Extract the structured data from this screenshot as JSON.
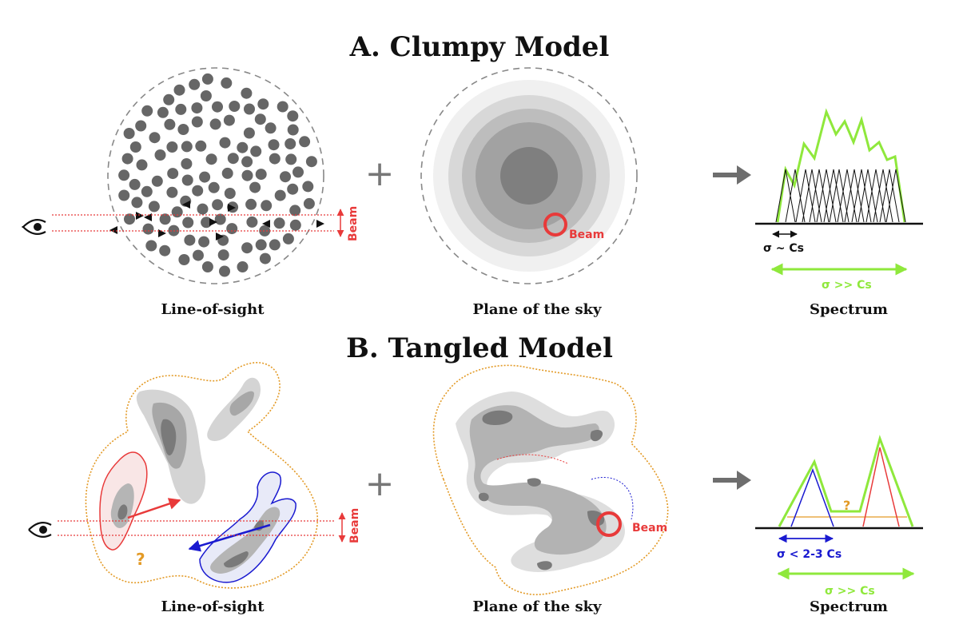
{
  "panelA": {
    "title": "A. Clumpy Model",
    "los_caption": "Line-of-sight",
    "sky_caption": "Plane of the sky",
    "spec_caption": "Spectrum",
    "beam_label": "Beam",
    "sky_beam_label": "Beam",
    "sigma_small": "σ ~ Cs",
    "sigma_large": "σ >> Cs"
  },
  "panelB": {
    "title": "B. Tangled Model",
    "los_caption": "Line-of-sight",
    "sky_caption": "Plane of the sky",
    "spec_caption": "Spectrum",
    "beam_label": "Beam",
    "sky_beam_label": "Beam",
    "question_los": "?",
    "question_spec": "?",
    "sigma_small": "σ < 2-3 Cs",
    "sigma_large": "σ >> Cs"
  },
  "symbols": {
    "plus": "+"
  },
  "colors": {
    "beam": "#e83a3a",
    "green": "#8fe83c",
    "blue": "#1a1ad0",
    "orange": "#e39a26",
    "clump": "#666666",
    "arrow": "#6e6e6e"
  },
  "icons": [
    "eye-icon",
    "right-arrow-icon",
    "plus-icon"
  ]
}
